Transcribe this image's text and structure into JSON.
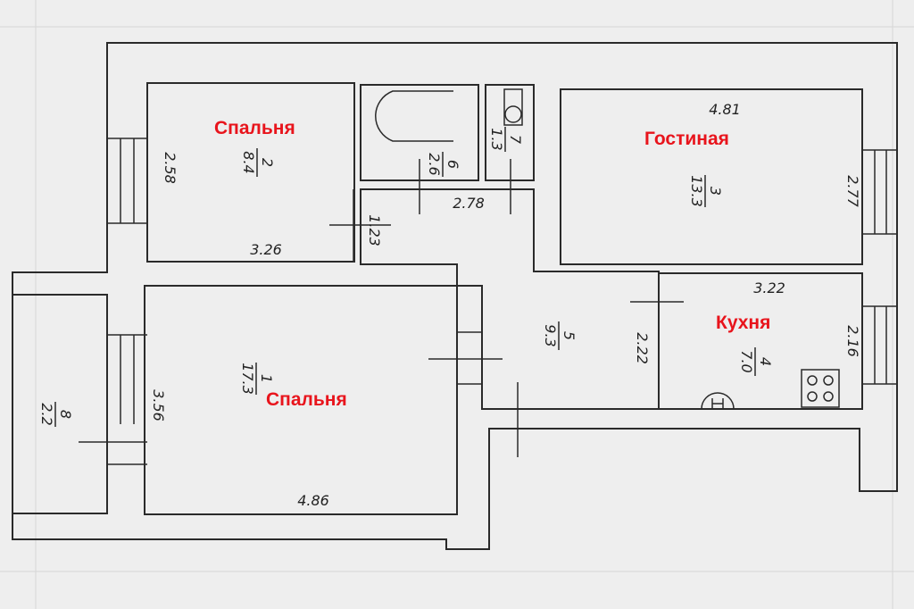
{
  "plan": {
    "accent_color": "#e8141c",
    "rooms": [
      {
        "key": "bedroom_small",
        "name": "Спальня",
        "number": "2",
        "area": "8.4",
        "dims": [
          "2.58",
          "3.26"
        ]
      },
      {
        "key": "bathroom",
        "name": "",
        "number": "6",
        "area": "2.6",
        "dims": []
      },
      {
        "key": "toilet",
        "name": "",
        "number": "7",
        "area": "1.3",
        "dims": []
      },
      {
        "key": "living",
        "name": "Гостиная",
        "number": "3",
        "area": "13.3",
        "dims": [
          "4.81",
          "2.77"
        ]
      },
      {
        "key": "hall",
        "name": "",
        "number": "5",
        "area": "9.3",
        "dims": [
          "2.78",
          "1.23",
          "2.22"
        ]
      },
      {
        "key": "kitchen",
        "name": "Кухня",
        "number": "4",
        "area": "7.0",
        "dims": [
          "3.22",
          "2.16"
        ]
      },
      {
        "key": "bedroom_large",
        "name": "Спальня",
        "number": "1",
        "area": "17.3",
        "dims": [
          "3.56",
          "4.86"
        ]
      },
      {
        "key": "balcony",
        "name": "",
        "number": "8",
        "area": "2.2",
        "dims": []
      }
    ]
  }
}
